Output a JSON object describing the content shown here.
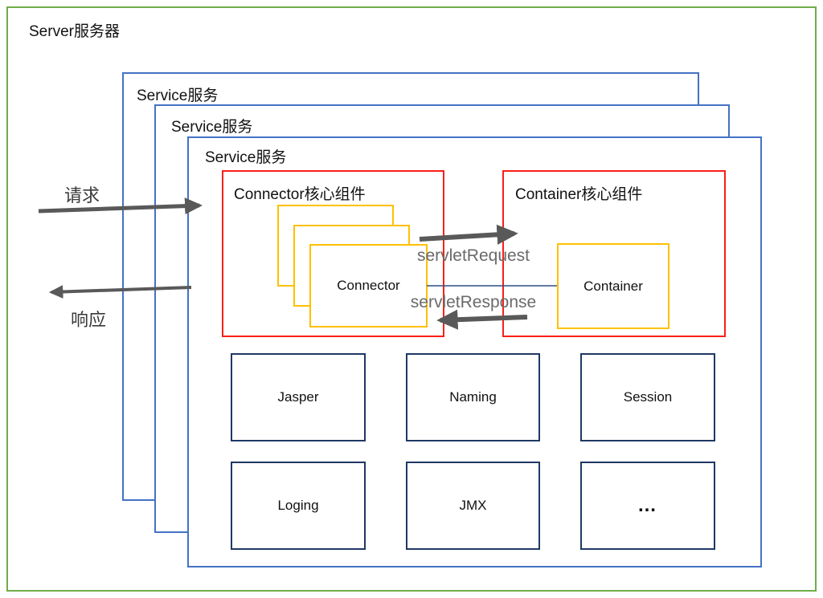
{
  "title": "Server服务器",
  "services": {
    "back_label": "Service服务",
    "middle_label": "Service服务",
    "front_label": "Service服务"
  },
  "connector_group": {
    "title": "Connector核心组件",
    "box_label": "Connector"
  },
  "container_group": {
    "title": "Container核心组件",
    "box_label": "Container"
  },
  "flows": {
    "request_label": "请求",
    "response_label": "响应",
    "servlet_request": "servletRequest",
    "servlet_response": "servletResponse"
  },
  "components": [
    {
      "label": "Jasper"
    },
    {
      "label": "Naming"
    },
    {
      "label": "Session"
    },
    {
      "label": "Loging"
    },
    {
      "label": "JMX"
    },
    {
      "label": "…"
    }
  ],
  "colors": {
    "outer_border": "#70ad47",
    "service_border": "#4472c4",
    "core_border": "#fb1f17",
    "inner_border": "#ffc000",
    "component_border": "#1f3864",
    "arrow": "#595959",
    "connector_line": "#2f4e84"
  }
}
